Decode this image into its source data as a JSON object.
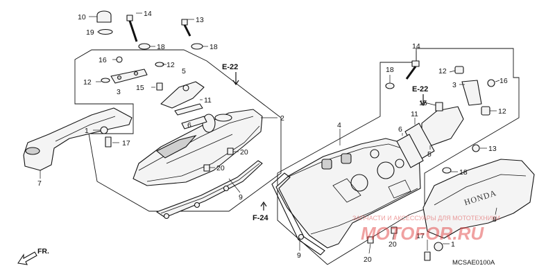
{
  "diagram": {
    "callouts": [
      "10",
      "14",
      "13",
      "19",
      "18",
      "18",
      "16",
      "12",
      "5",
      "12",
      "3",
      "15",
      "11",
      "7",
      "1",
      "17",
      "6",
      "2",
      "20",
      "20",
      "9",
      "4",
      "18",
      "14",
      "12",
      "3",
      "16",
      "15",
      "11",
      "12",
      "6",
      "5",
      "13",
      "18",
      "8",
      "9",
      "17",
      "1",
      "20",
      "20"
    ],
    "refs": [
      "E-22",
      "E-22",
      "F-24"
    ],
    "direction_label": "FR.",
    "diagram_code": "MCSAE0100A",
    "emboss_text": "HONDA",
    "watermark_line": "ЗАПЧАСТИ И АКСЕССУАРЫ ДЛЯ МОТОТЕХНИКИ",
    "watermark_logo": "MOTOFOR.RU",
    "colors": {
      "line": "#111111",
      "watermark": "#e03030"
    }
  }
}
